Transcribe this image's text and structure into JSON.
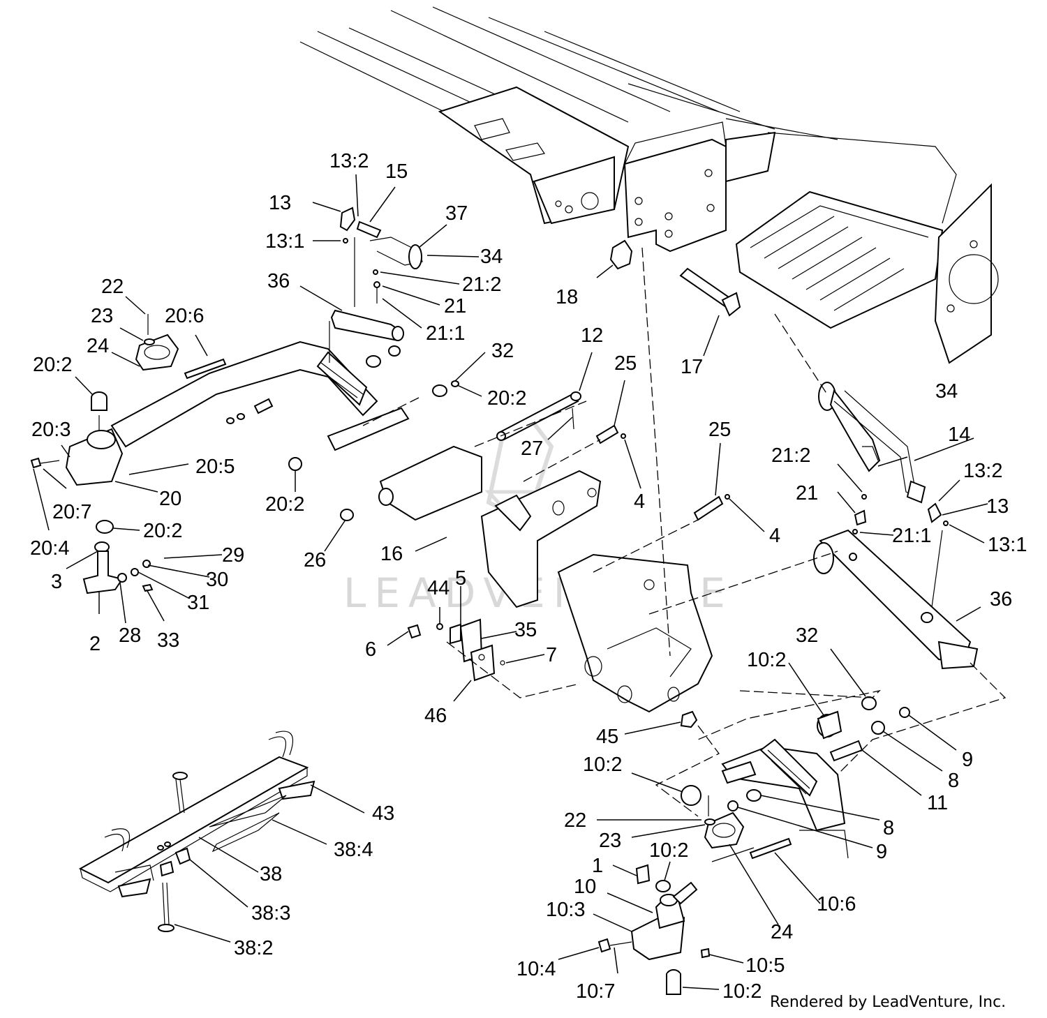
{
  "watermark": "LEADVENTURE",
  "credit": "Rendered by LeadVenture, Inc.",
  "colors": {
    "line": "#000000",
    "background": "#ffffff",
    "watermark": "#d8d8d8"
  },
  "callouts": {
    "c1": "1",
    "c2": "2",
    "c3": "3",
    "c4a": "4",
    "c4b": "4",
    "c5": "5",
    "c6": "6",
    "c7": "7",
    "c8a": "8",
    "c8b": "8",
    "c9a": "9",
    "c9b": "9",
    "c10": "10",
    "c10_2a": "10:2",
    "c10_2b": "10:2",
    "c10_2c": "10:2",
    "c10_2d": "10:2",
    "c10_3": "10:3",
    "c10_4": "10:4",
    "c10_5": "10:5",
    "c10_6": "10:6",
    "c10_7": "10:7",
    "c11": "11",
    "c12": "12",
    "c13a": "13",
    "c13b": "13",
    "c13_1a": "13:1",
    "c13_1b": "13:1",
    "c13_2a": "13:2",
    "c13_2b": "13:2",
    "c14": "14",
    "c15": "15",
    "c16": "16",
    "c17": "17",
    "c18": "18",
    "c20": "20",
    "c20_2a": "20:2",
    "c20_2b": "20:2",
    "c20_2c": "20:2",
    "c20_2d": "20:2",
    "c20_3": "20:3",
    "c20_4": "20:4",
    "c20_5": "20:5",
    "c20_6": "20:6",
    "c20_7": "20:7",
    "c21a": "21",
    "c21b": "21",
    "c21_1a": "21:1",
    "c21_1b": "21:1",
    "c21_2a": "21:2",
    "c21_2b": "21:2",
    "c22a": "22",
    "c22b": "22",
    "c23a": "23",
    "c23b": "23",
    "c24a": "24",
    "c24b": "24",
    "c25a": "25",
    "c25b": "25",
    "c26": "26",
    "c27": "27",
    "c28": "28",
    "c29": "29",
    "c30": "30",
    "c31": "31",
    "c32a": "32",
    "c32b": "32",
    "c33": "33",
    "c34a": "34",
    "c34b": "34",
    "c35": "35",
    "c36a": "36",
    "c36b": "36",
    "c37": "37",
    "c38": "38",
    "c38_2": "38:2",
    "c38_3": "38:3",
    "c38_4": "38:4",
    "c43": "43",
    "c44": "44",
    "c45": "45",
    "c46": "46"
  }
}
